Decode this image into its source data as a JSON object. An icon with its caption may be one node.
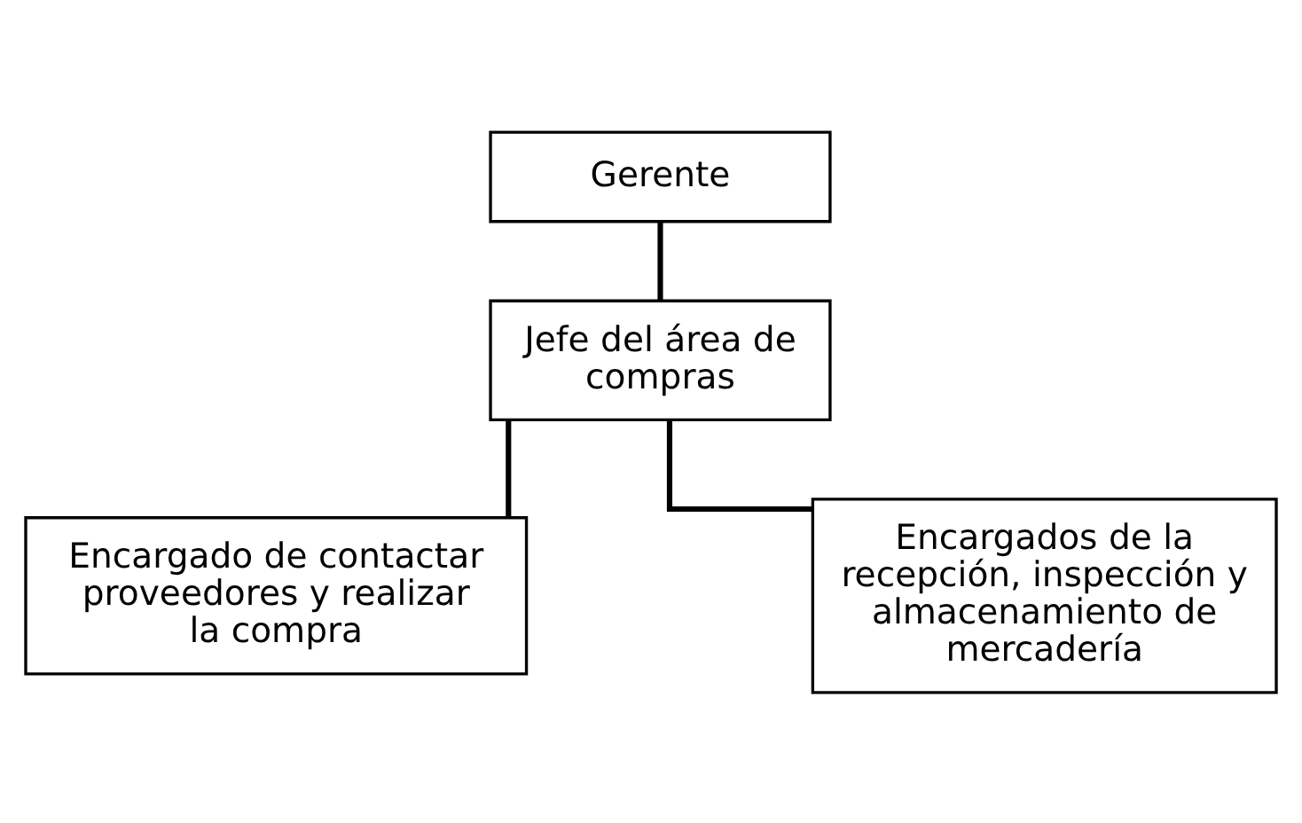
{
  "diagram": {
    "nodes": [
      {
        "text": [
          "Gerente"
        ]
      },
      {
        "text": [
          "Jefe del área de compras"
        ]
      },
      {
        "text": [
          "Encargado de contactar proveedores y realizar la compra"
        ]
      },
      {
        "text": [
          "Encargados de la recepción, inspección y almacenamiento de mercadería"
        ]
      }
    ],
    "edges": [
      {
        "from": 0,
        "to": 1,
        "arrow": "none"
      },
      {
        "from": 1,
        "to": 2,
        "arrow": "none"
      },
      {
        "from": 1,
        "to": 3,
        "arrow": "none"
      }
    ]
  }
}
